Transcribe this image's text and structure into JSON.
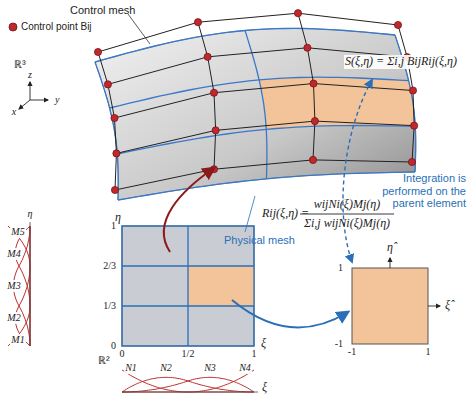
{
  "diagram": {
    "labels": [
      "Control mesh",
      "ℝ³",
      "x",
      "y",
      "z",
      "S(ξ,η) = Σi,j BijRij(ξ,η)",
      "Physical mesh",
      "Integration is performed on the parent element",
      "Rij(ξ,η) =",
      "wijNi(ξ)Mj(η)",
      "Σi,j wijNi(ξ)Mj(η)",
      "η",
      "1",
      "2/3",
      "1/3",
      "0",
      "0",
      "1/2",
      "1",
      "ξ",
      "ℝ²",
      "η",
      "M1",
      "M2",
      "M3",
      "M4",
      "M5",
      "N1",
      "N2",
      "N3",
      "N4",
      "ξ",
      "-1",
      "1",
      "-1",
      "1",
      "ξ̂",
      "η̂"
    ],
    "legend": [
      {
        "text": "Control point Bij"
      }
    ]
  }
}
